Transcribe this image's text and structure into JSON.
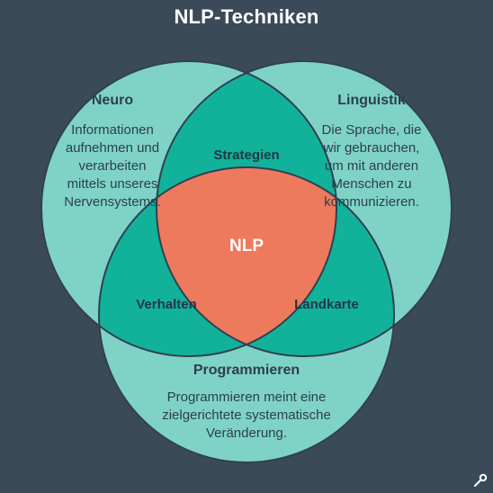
{
  "title": "NLP-Techniken",
  "circles": {
    "neuro": {
      "heading": "Neuro",
      "lines": [
        "Informationen",
        "aufnehmen und",
        "verarbeiten",
        "mittels unseres",
        "Nervensystems."
      ]
    },
    "linguistik": {
      "heading": "Linguistik",
      "lines": [
        "Die Sprache, die",
        "wir gebrauchen,",
        "um mit anderen",
        "Menschen zu",
        "kommunizieren."
      ]
    },
    "programmieren": {
      "heading": "Programmieren",
      "lines": [
        "Programmieren meint eine",
        "zielgerichtete systematische",
        "Veränderung."
      ]
    }
  },
  "intersections": {
    "strategien": "Strategien",
    "verhalten": "Verhalten",
    "landkarte": "Landkarte",
    "center": "NLP"
  },
  "colors": {
    "background": "#3b4a58",
    "circle_fill": "#7fd3c6",
    "pair_overlap": "#12b29a",
    "center": "#ee7a5e",
    "outline": "#2f4150",
    "text": "#2c3e50"
  },
  "icons": {
    "corner": "magnifier-icon"
  }
}
